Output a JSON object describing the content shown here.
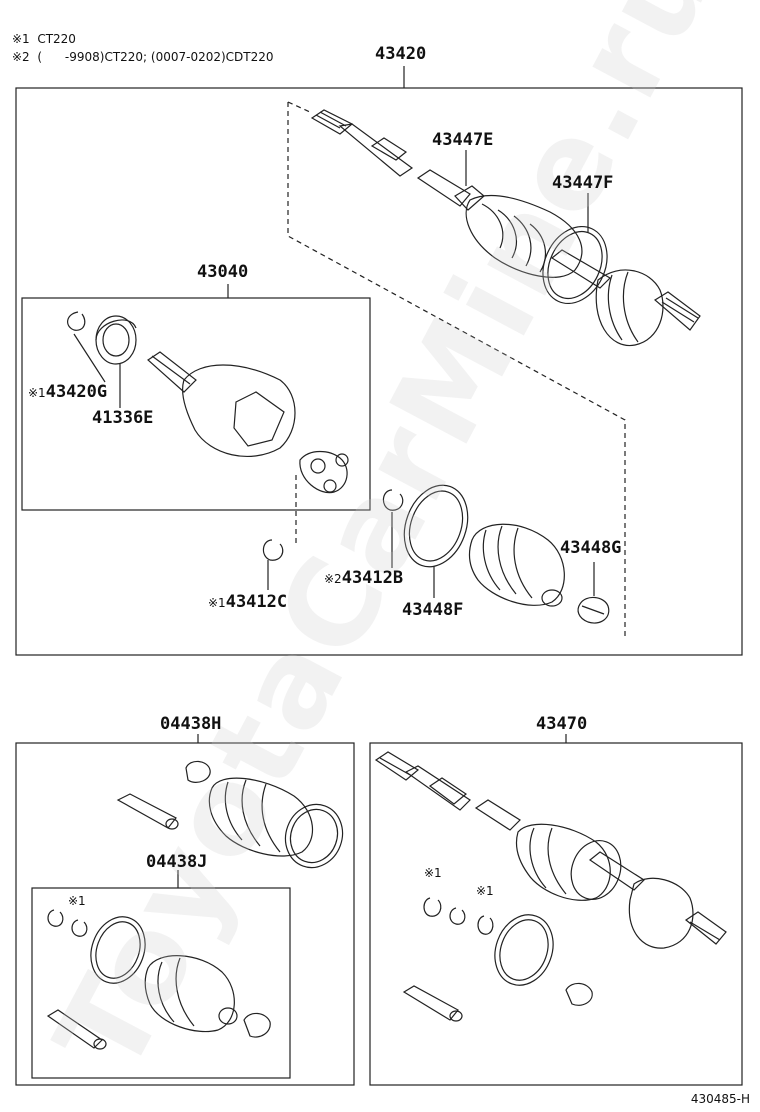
{
  "notes": {
    "note1": "※1  CT220",
    "note2": "※2  (      -9908)CT220; (0007-0202)CDT220"
  },
  "top_group": {
    "assembly": "43420",
    "inner_boot_band": "43447E",
    "outer_boot_band": "43447F",
    "inner_joint": "43040",
    "snap_ring_g": "43420G",
    "snap_ring_g_mark": "※1",
    "dust_cover": "41336E",
    "snap_ring_c": "43412C",
    "snap_ring_c_mark": "※1",
    "snap_ring_b": "43412B",
    "snap_ring_b_mark": "※2",
    "boot_band_f": "43448F",
    "boot_band_g": "43448G"
  },
  "bottom_left_group": {
    "kit_outer": "04438H",
    "kit_inner": "04438J",
    "kit_inner_mark": "※1"
  },
  "bottom_right_group": {
    "assembly": "43470",
    "mark_a": "※1",
    "mark_b": "※1"
  },
  "watermark": "ToyotaCarMine.ru",
  "reference": "430485-H",
  "colors": {
    "line": "#222222",
    "watermark": "#cfcfcf"
  }
}
